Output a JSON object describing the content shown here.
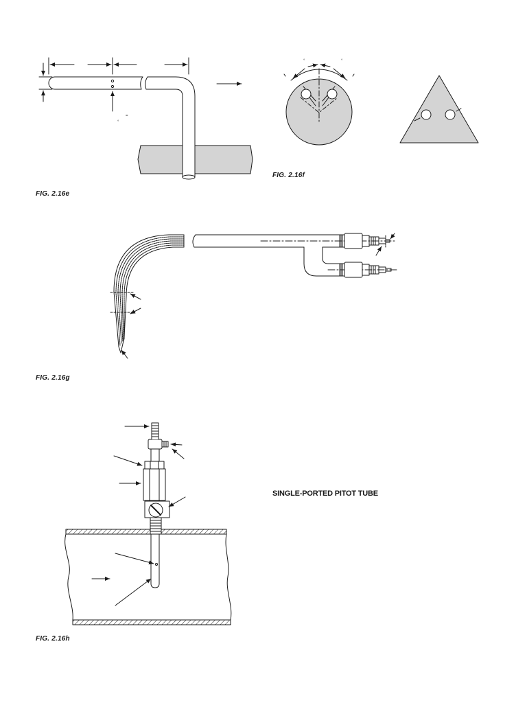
{
  "captions": {
    "fig_e": "FIG. 2.16e",
    "fig_f": "FIG. 2.16f",
    "fig_g": "FIG. 2.16g",
    "fig_h": "FIG. 2.16h"
  },
  "labels": {
    "single_ported": "SINGLE-PORTED PITOT TUBE",
    "degree_left": "°",
    "degree_right": "°",
    "deg_e": "°",
    "eq_e": "="
  },
  "colors": {
    "line": "#1a1a1a",
    "fill_gray": "#d4d4d4",
    "background": "#ffffff"
  }
}
